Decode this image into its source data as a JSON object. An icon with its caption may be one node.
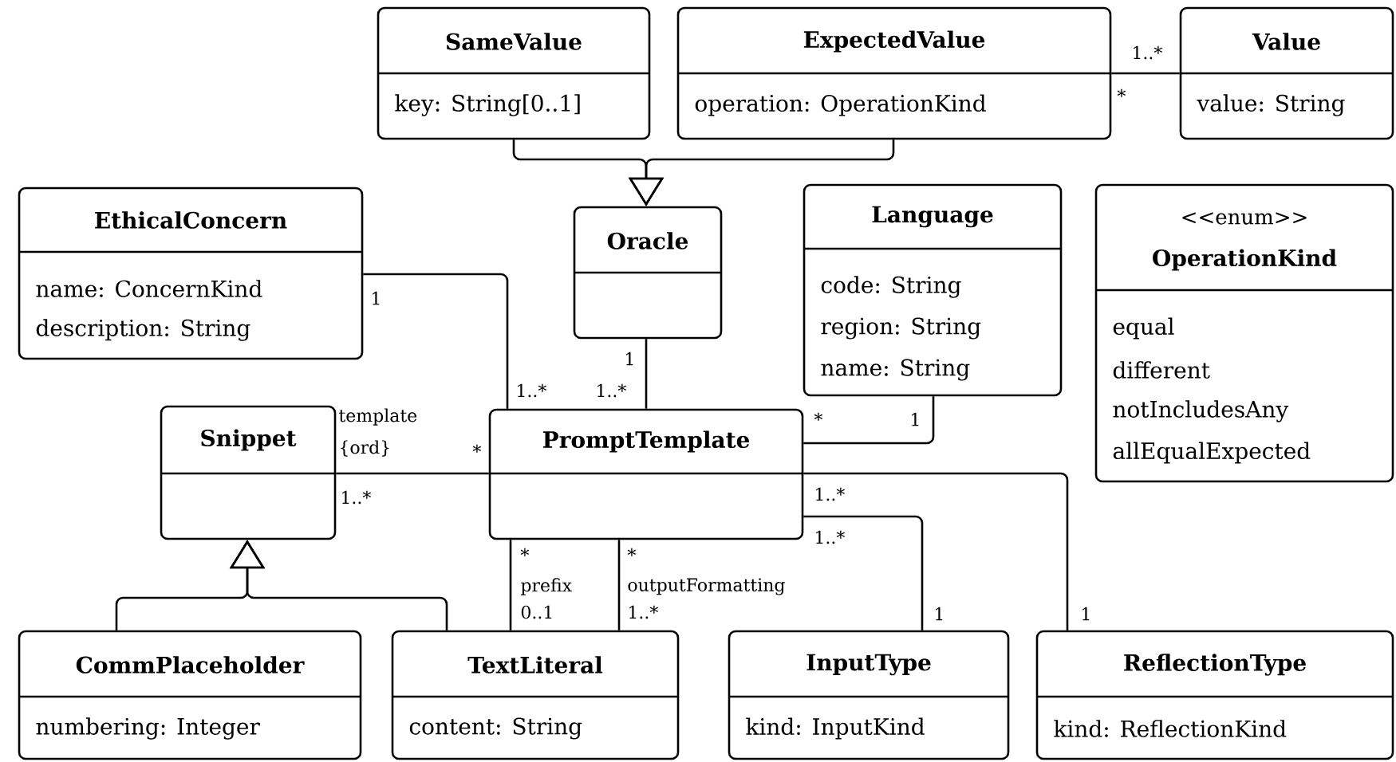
{
  "diagram": {
    "nodes": [
      {
        "text": [
          "SameValue",
          "key: String[0..1]"
        ]
      },
      {
        "text": [
          "ExpectedValue",
          "operation: OperationKind"
        ]
      },
      {
        "text": [
          "Value",
          "value: String"
        ]
      },
      {
        "text": [
          "EthicalConcern",
          "name: ConcernKind",
          "description: String"
        ]
      },
      {
        "text": [
          "Oracle"
        ]
      },
      {
        "text": [
          "Language",
          "code: String",
          "region: String",
          "name: String"
        ]
      },
      {
        "text": [
          "<<enum>>",
          "OperationKind",
          "equal",
          "different",
          "notIncludesAny",
          "allEqualExpected"
        ]
      },
      {
        "text": [
          "Snippet"
        ]
      },
      {
        "text": [
          "PromptTemplate"
        ]
      },
      {
        "text": [
          "CommPlaceholder",
          "numbering: Integer"
        ]
      },
      {
        "text": [
          "TextLiteral",
          "content: String"
        ]
      },
      {
        "text": [
          "InputType",
          "kind: InputKind"
        ]
      },
      {
        "text": [
          "ReflectionType",
          "kind: ReflectionKind"
        ]
      }
    ],
    "edges": [
      {
        "from": 0,
        "to": 4,
        "arrow": "to"
      },
      {
        "from": 1,
        "to": 4,
        "arrow": "to"
      },
      {
        "from": 1,
        "to": 2,
        "arrow": "none"
      },
      {
        "from": 3,
        "to": 8,
        "arrow": "none"
      },
      {
        "from": 4,
        "to": 8,
        "arrow": "none"
      },
      {
        "from": 5,
        "to": 8,
        "arrow": "none"
      },
      {
        "from": 7,
        "to": 8,
        "arrow": "none"
      },
      {
        "from": 9,
        "to": 7,
        "arrow": "to"
      },
      {
        "from": 10,
        "to": 7,
        "arrow": "to"
      },
      {
        "from": 8,
        "to": 10,
        "arrow": "none"
      },
      {
        "from": 8,
        "to": 10,
        "arrow": "none"
      },
      {
        "from": 8,
        "to": 11,
        "arrow": "none"
      },
      {
        "from": 8,
        "to": 12,
        "arrow": "none"
      }
    ],
    "labels": [
      "1..*",
      "*",
      "1",
      "1",
      "1..*",
      "1..*",
      "template {ord}",
      "*",
      "1",
      "*",
      "1..*",
      "1..*",
      "1..*",
      "*",
      "prefix",
      "0..1",
      "*",
      "outputFormatting",
      "1..*",
      "1",
      "1"
    ]
  }
}
